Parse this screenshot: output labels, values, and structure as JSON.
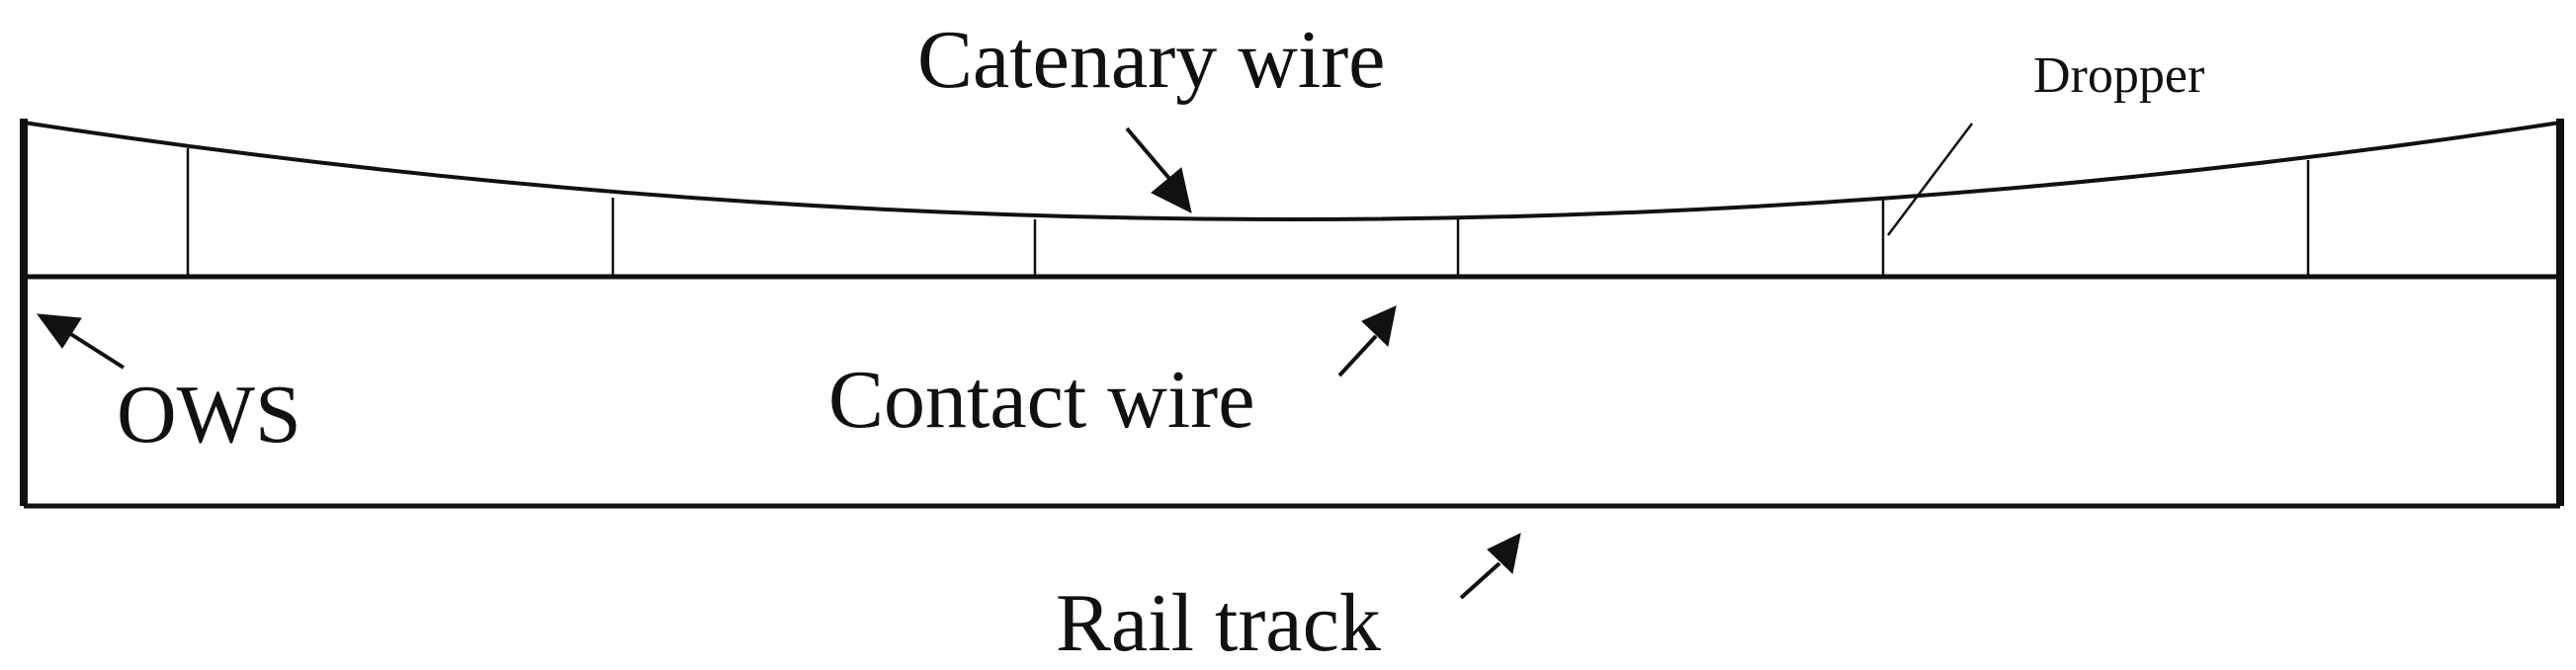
{
  "labels": {
    "catenary_wire": "Catenary wire",
    "dropper": "Dropper",
    "ows": "OWS",
    "contact_wire": "Contact wire",
    "rail_track": "Rail track"
  },
  "colors": {
    "line": "#111111",
    "background": "#ffffff"
  }
}
